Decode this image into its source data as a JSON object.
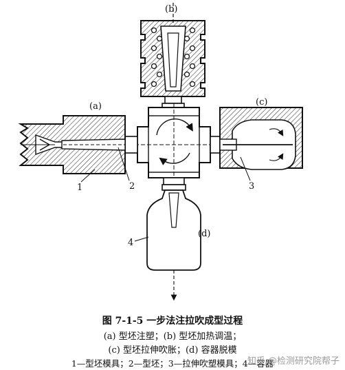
{
  "labels": {
    "b": "(b)",
    "a": "(a)",
    "c": "(c)",
    "d": "(d)",
    "n1": "1",
    "n2": "2",
    "n3": "3",
    "n4": "4"
  },
  "caption": {
    "title": "图 7-1-5  一步法注拉吹成型过程",
    "line1": "(a) 型坯注塑；(b) 型坯加热调温；",
    "line2": "(c) 型坯拉伸吹胀；(d) 容器脱模",
    "line3": "1—型坯模具；2—型坯；3—拉伸吹塑模具；4—容器"
  },
  "watermark": "知乎 @检测研究院帮子",
  "colors": {
    "ink": "#111111",
    "hatch": "#333333",
    "background": "#ffffff"
  }
}
